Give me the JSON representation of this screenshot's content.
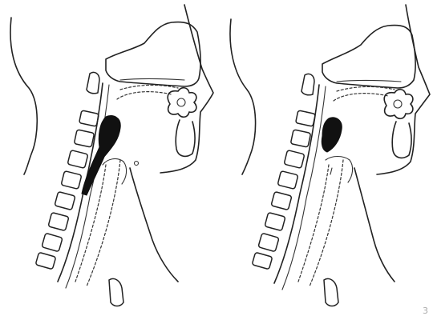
{
  "figure": {
    "panels": [
      {
        "name": "left",
        "description_id": "panel-1"
      },
      {
        "name": "right",
        "description_id": "panel-2"
      }
    ],
    "corner_mark": "3"
  }
}
